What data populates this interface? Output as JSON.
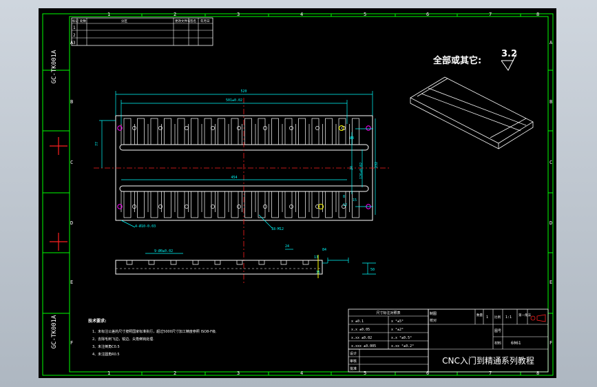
{
  "app": {
    "colors": {
      "background": "#000000",
      "border_green": "#00ff00",
      "part_white": "#ffffff",
      "dim_cyan": "#00ffff",
      "center_red": "#ff2020",
      "hole_magenta": "#ff00ff",
      "marker_yellow": "#ffff00"
    }
  },
  "border": {
    "top_numbers": [
      "1",
      "2",
      "3",
      "4",
      "5",
      "6",
      "7",
      "8"
    ],
    "bottom_numbers": [
      "1",
      "2",
      "3",
      "4",
      "5",
      "6",
      "7",
      "8"
    ],
    "left_letters": [
      "A",
      "B",
      "C",
      "D",
      "E",
      "F"
    ],
    "right_letters": [
      "A",
      "B",
      "C",
      "D",
      "E",
      "F"
    ],
    "drawing_code": "GC-TK001A"
  },
  "revision_table": {
    "header": [
      "标记",
      "处数",
      "分区",
      "更改文件号",
      "签名",
      "年月日"
    ],
    "rows": [
      "1",
      "2",
      "3"
    ]
  },
  "roughness": {
    "label": "全部或其它:",
    "value": "3.2"
  },
  "dims": {
    "overall_width": "520",
    "hole_span": "501±0.02",
    "slot_len": "454",
    "left_height": "77",
    "hole_dia_right": "Ø8",
    "right_24": "24",
    "right_126": "126±0.02",
    "right_232": "232",
    "right_8": "8",
    "right_12": "12",
    "right_15": "15",
    "holes_left": "4-Ø10-0.03",
    "holes_right": "18-M12",
    "side_pitch": "9-Ø0±0.02",
    "side_24": "24",
    "side_84": "84",
    "side_50": "50",
    "side_13": "13",
    "side_35": "35"
  },
  "notes": {
    "title": "技术要求:",
    "items": [
      "1、未标注公差的尺寸按照国家标准执行，超过5000尺寸加工精度参照 ISO8-F级.",
      "2、去除毛刺飞边，锐边、尖角倒钝处理.",
      "3、未注倒角C0.5",
      "4、未注圆角R0.5"
    ]
  },
  "tolerance_table": {
    "header": "尺寸标注对照表",
    "rows": [
      [
        "x ±0.1",
        "x °±5°"
      ],
      [
        "x.x ±0.05",
        "x °±2°"
      ],
      [
        "x.xx ±0.02",
        "x.x °±0.5°"
      ],
      [
        "x.xxx ±0.005",
        "x.xx °±0.2°"
      ]
    ]
  },
  "title_block": {
    "design": "设计",
    "check": "审核",
    "approve": "批准",
    "drawing": "制图",
    "proofread": "校对",
    "qty_label": "数量",
    "qty_value": "1",
    "scale_label": "比例",
    "scale_value": "1:1",
    "projection_label": "第一角法",
    "drawing_no_label": "图号",
    "material_label": "材料",
    "material_value": "6061",
    "series_title": "CNC入门到精通系列教程"
  }
}
